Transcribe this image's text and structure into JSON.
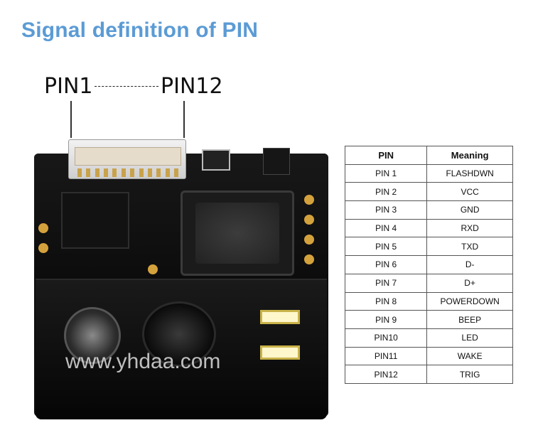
{
  "title": "Signal definition of PIN",
  "pin_labels": {
    "left": "PIN1",
    "right": "PIN12"
  },
  "watermark": "www.yhdaa.com",
  "colors": {
    "title": "#5b9bd5",
    "pcb": "#0e0e0e",
    "pad": "#d4a23c"
  },
  "table": {
    "headers": [
      "PIN",
      "Meaning"
    ],
    "rows": [
      [
        "PIN 1",
        "FLASHDWN"
      ],
      [
        "PIN 2",
        "VCC"
      ],
      [
        "PIN 3",
        "GND"
      ],
      [
        "PIN 4",
        "RXD"
      ],
      [
        "PIN 5",
        "TXD"
      ],
      [
        "PIN 6",
        "D-"
      ],
      [
        "PIN 7",
        "D+"
      ],
      [
        "PIN 8",
        "POWERDOWN"
      ],
      [
        "PIN 9",
        "BEEP"
      ],
      [
        "PIN10",
        "LED"
      ],
      [
        "PIN11",
        "WAKE"
      ],
      [
        "PIN12",
        "TRIG"
      ]
    ]
  }
}
